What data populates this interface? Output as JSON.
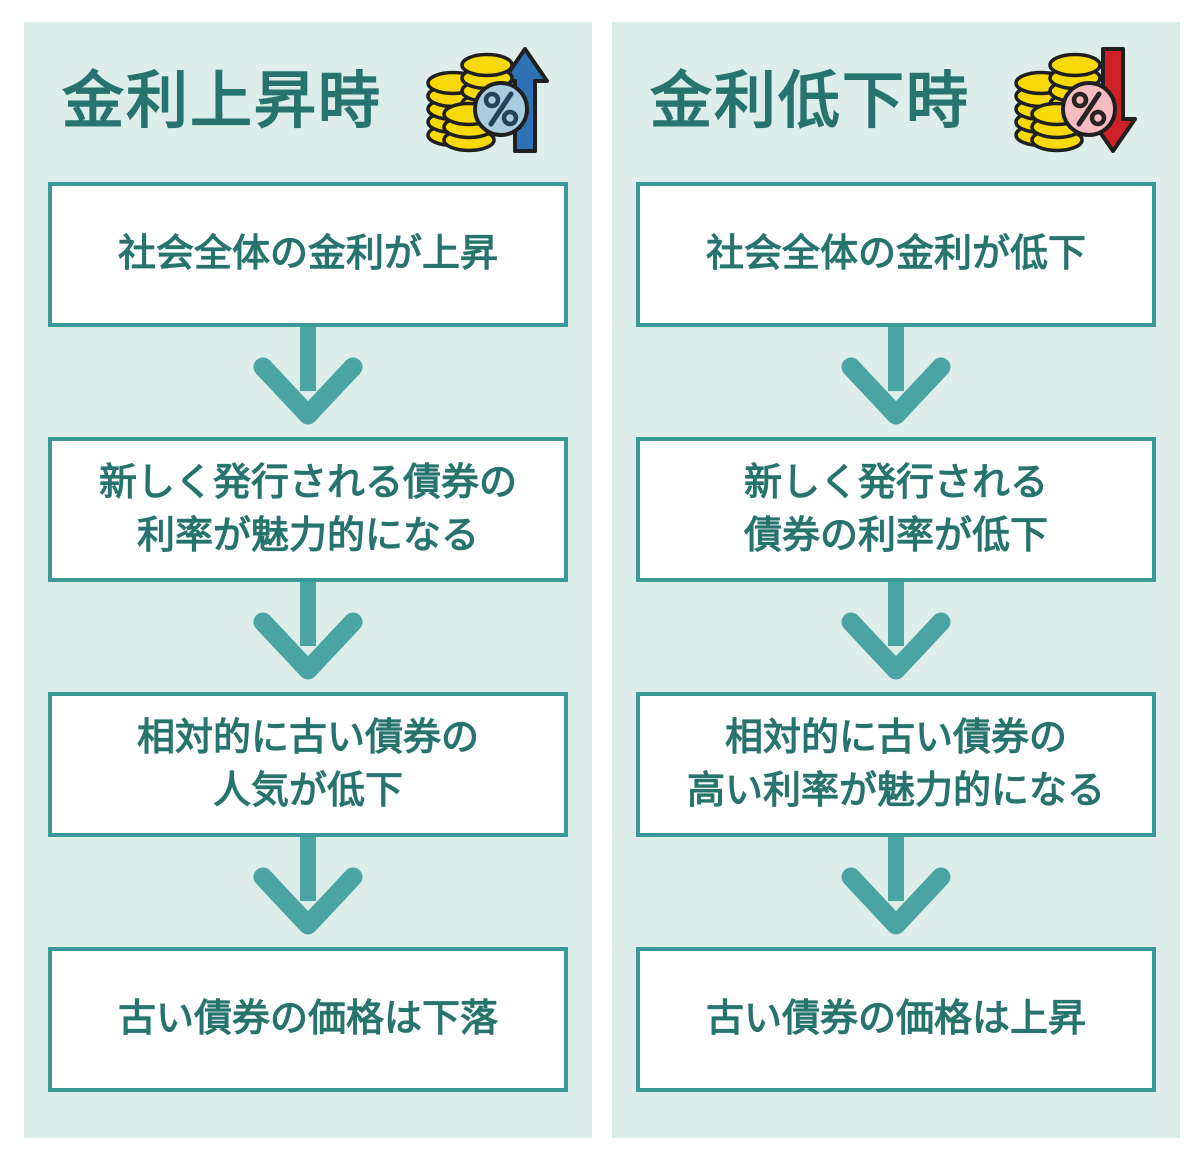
{
  "colors": {
    "panel_background": "#ddeeea",
    "heading_and_box_text": "#27746e",
    "box_border": "#3a9a98",
    "flow_arrow": "#4aa5a2",
    "coin_yellow": "#f8d908",
    "icon_outline": "#1f1f1f",
    "up_arrow_blue": "#2e72b4",
    "percent_circle_blue": "#a9cde0",
    "down_arrow_red": "#ce2127",
    "percent_circle_pink": "#f8bcc0"
  },
  "columns": [
    {
      "title": "金利上昇時",
      "icon": "coins-percent-up-icon",
      "steps": [
        "社会全体の金利が上昇",
        "新しく発行される債券の\n利率が魅力的になる",
        "相対的に古い債券の\n人気が低下",
        "古い債券の価格は下落"
      ]
    },
    {
      "title": "金利低下時",
      "icon": "coins-percent-down-icon",
      "steps": [
        "社会全体の金利が低下",
        "新しく発行される\n債券の利率が低下",
        "相対的に古い債券の\n高い利率が魅力的になる",
        "古い債券の価格は上昇"
      ]
    }
  ]
}
